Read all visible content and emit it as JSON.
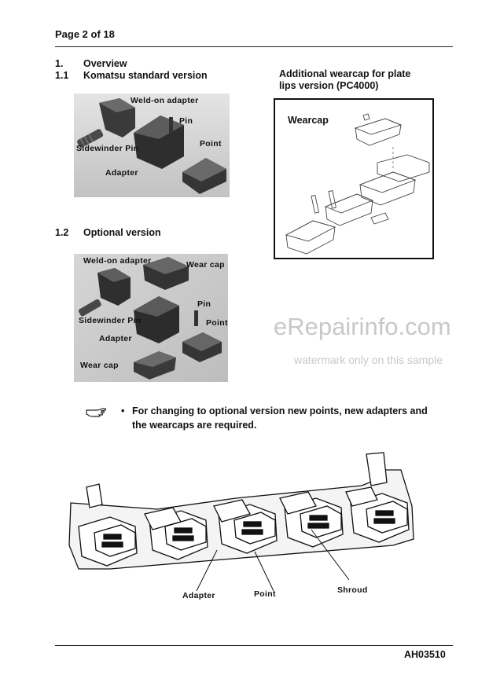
{
  "header": {
    "page_label": "Page 2 of 18"
  },
  "overview": {
    "num": "1.",
    "title": "Overview",
    "standard": {
      "num": "1.1",
      "title": "Komatsu standard version",
      "labels": {
        "weld_on_adapter": "Weld-on adapter",
        "pin": "Pin",
        "sidewinder_pin": "Sidewinder Pin",
        "point": "Point",
        "adapter": "Adapter"
      }
    },
    "optional": {
      "num": "1.2",
      "title": "Optional version",
      "labels": {
        "weld_on_adapter": "Weld-on adapter",
        "wear_cap_top": "Wear cap",
        "pin": "Pin",
        "sidewinder_pin": "Sidewinder Pin",
        "point": "Point",
        "adapter": "Adapter",
        "wear_cap_bottom": "Wear cap"
      }
    }
  },
  "additional": {
    "title_line1": "Additional wearcap for plate",
    "title_line2": "lips version (PC4000)",
    "wearcap_label": "Wearcap"
  },
  "watermark": {
    "brand": "eRepairinfo.com",
    "note": "watermark only on this sample"
  },
  "note": {
    "bullet": "•",
    "line1": "For changing to optional version new points, new adapters and",
    "line2": "the wearcaps are required."
  },
  "bucket": {
    "adapter": "Adapter",
    "point": "Point",
    "shroud": "Shroud"
  },
  "footer": {
    "doc_code": "AH03510"
  },
  "icons": {
    "note": "pointing-hand-icon"
  }
}
